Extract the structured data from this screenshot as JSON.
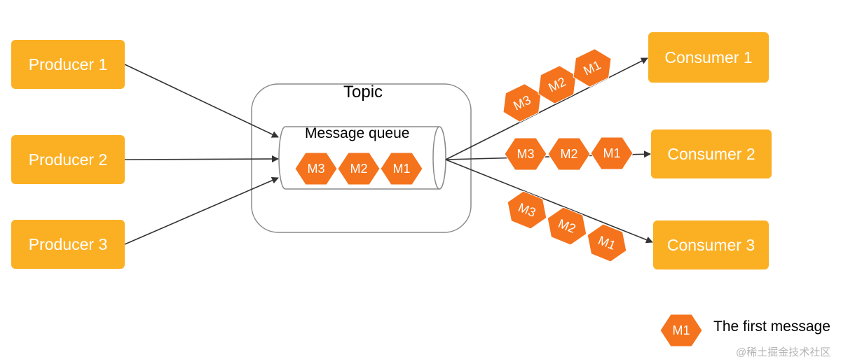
{
  "producers": [
    {
      "label": "Producer 1"
    },
    {
      "label": "Producer 2"
    },
    {
      "label": "Producer 3"
    }
  ],
  "consumers": [
    {
      "label": "Consumer 1"
    },
    {
      "label": "Consumer 2"
    },
    {
      "label": "Consumer 3"
    }
  ],
  "topic": {
    "label": "Topic"
  },
  "queue": {
    "label": "Message queue",
    "messages": [
      "M3",
      "M2",
      "M1"
    ]
  },
  "deliveries": [
    {
      "messages": [
        "M3",
        "M2",
        "M1"
      ]
    },
    {
      "messages": [
        "M3",
        "M2",
        "M1"
      ]
    },
    {
      "messages": [
        "M3",
        "M2",
        "M1"
      ]
    }
  ],
  "legend": {
    "symbol": "M1",
    "text": "The first message"
  },
  "watermark": "@稀土掘金技术社区",
  "colors": {
    "node": "#fbb024",
    "message": "#f4731c",
    "arrow": "#333333",
    "border": "#8a8a8a"
  }
}
